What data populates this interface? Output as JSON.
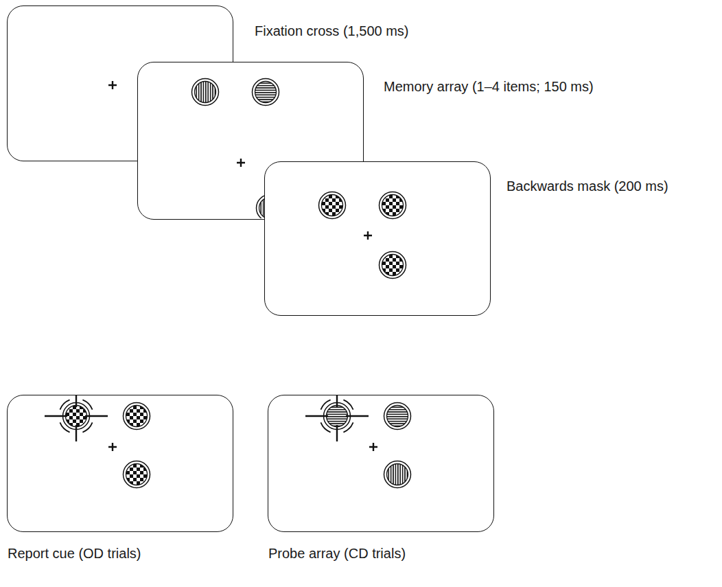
{
  "diagram": {
    "nodes": [
      {
        "text": [
          "Fixation cross (1,500 ms)"
        ]
      },
      {
        "text": [
          "Memory array (1–4 items; 150 ms)"
        ]
      },
      {
        "text": [
          "Backwards mask (200 ms)"
        ]
      },
      {
        "text": [
          "Report cue (OD trials)"
        ]
      },
      {
        "text": [
          "Probe array (CD trials)"
        ]
      }
    ]
  }
}
